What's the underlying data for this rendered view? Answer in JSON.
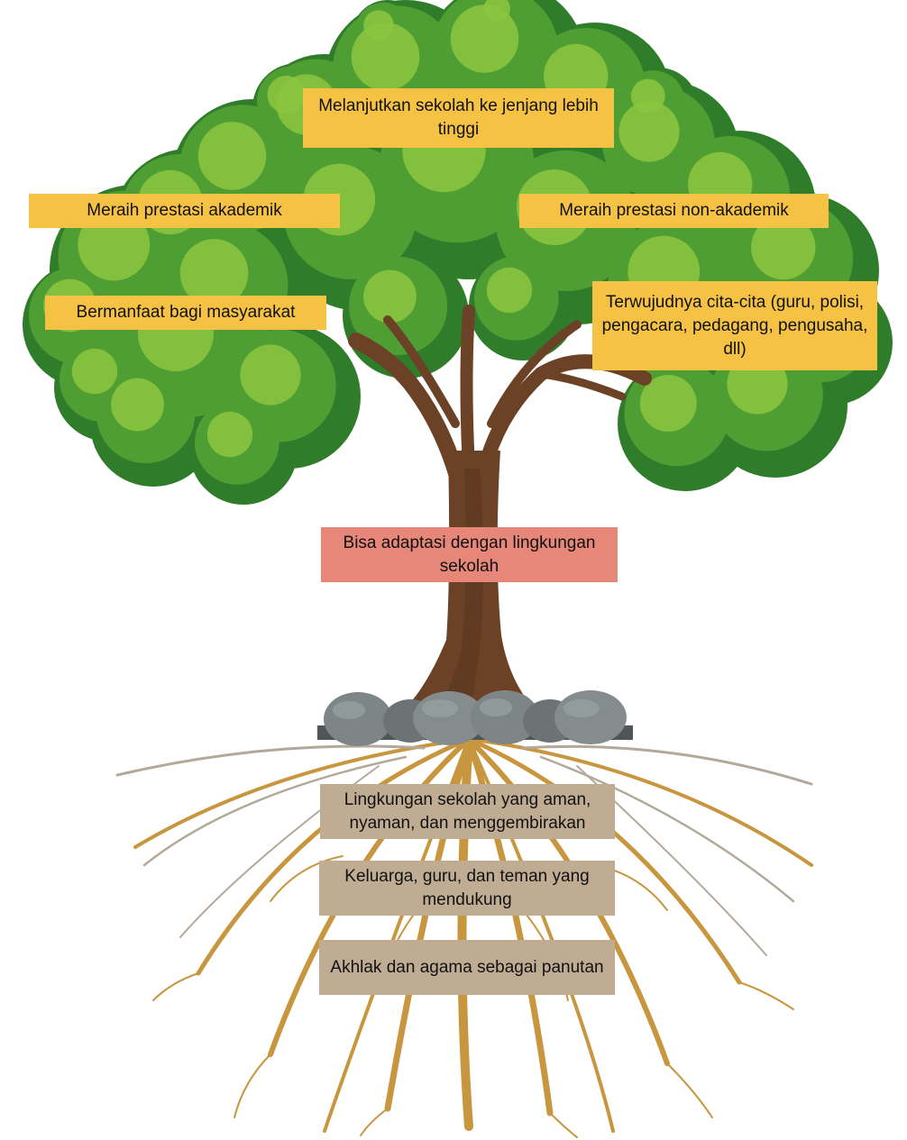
{
  "labels": {
    "melanjutkan": "Melanjutkan sekolah ke jenjang lebih tinggi",
    "akademik": "Meraih prestasi akademik",
    "non_akademik": "Meraih prestasi non-akademik",
    "masyarakat": "Bermanfaat bagi masyarakat",
    "cita_cita": "Terwujudnya cita-cita (guru, polisi, pengacara, pedagang, pengusaha, dll)",
    "adaptasi": "Bisa adaptasi dengan lingkungan sekolah",
    "lingkungan": "Lingkungan sekolah yang aman, nyaman, dan menggembirakan",
    "keluarga": "Keluarga, guru, dan teman yang mendukung",
    "akhlak": "Akhlak dan agama sebagai panutan"
  },
  "colors": {
    "fruit_label": "#f6c244",
    "trunk_label": "#e6877a",
    "root_label": "#bfac93",
    "leaf_dark": "#2f7d2a",
    "leaf_mid": "#4f9e33",
    "leaf_light": "#8cc63f",
    "trunk": "#6b4226",
    "root": "#c8963e",
    "root_gray": "#b3a89a",
    "rock": "#7d8587"
  }
}
